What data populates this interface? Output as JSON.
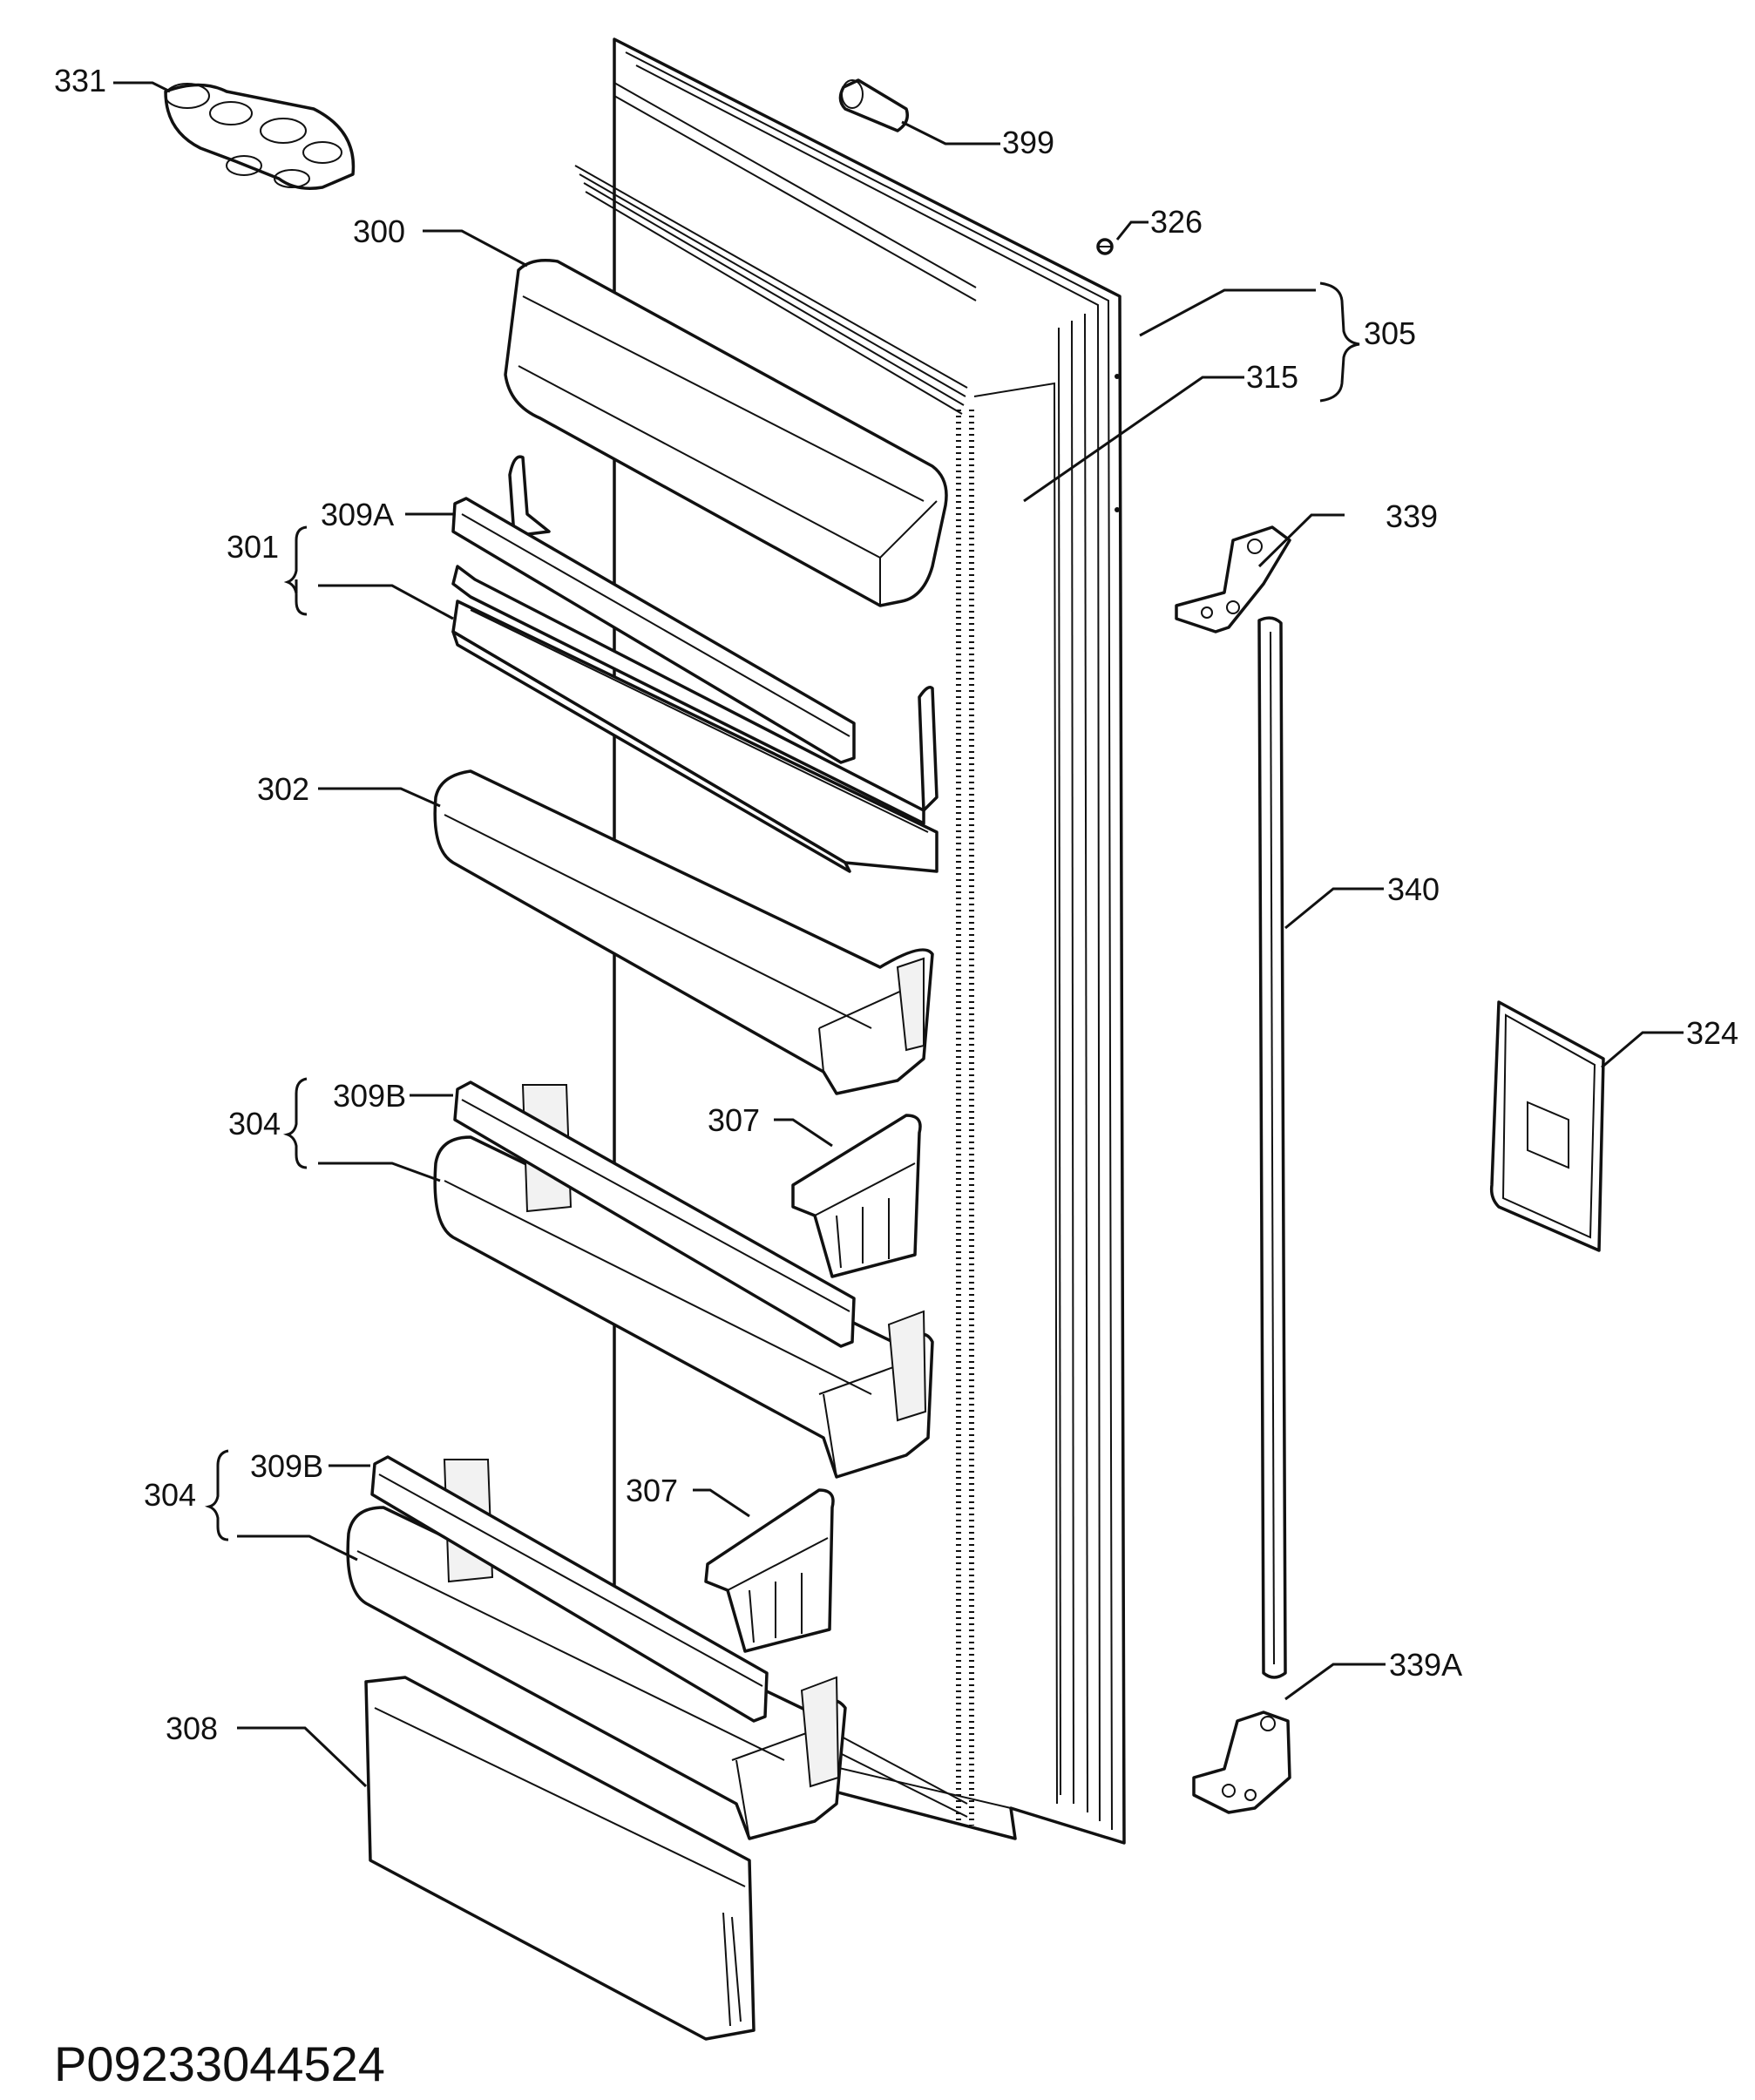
{
  "diagram": {
    "part_labels": [
      {
        "id": "331",
        "text": "331"
      },
      {
        "id": "399",
        "text": "399"
      },
      {
        "id": "326",
        "text": "326"
      },
      {
        "id": "300",
        "text": "300"
      },
      {
        "id": "305",
        "text": "305"
      },
      {
        "id": "315",
        "text": "315"
      },
      {
        "id": "301",
        "text": "301"
      },
      {
        "id": "309A",
        "text": "309A"
      },
      {
        "id": "339",
        "text": "339"
      },
      {
        "id": "302",
        "text": "302"
      },
      {
        "id": "340",
        "text": "340"
      },
      {
        "id": "324",
        "text": "324"
      },
      {
        "id": "304a",
        "text": "304"
      },
      {
        "id": "309Ba",
        "text": "309B"
      },
      {
        "id": "307a",
        "text": "307"
      },
      {
        "id": "304b",
        "text": "304"
      },
      {
        "id": "309Bb",
        "text": "309B"
      },
      {
        "id": "307b",
        "text": "307"
      },
      {
        "id": "339A",
        "text": "339A"
      },
      {
        "id": "308",
        "text": "308"
      }
    ],
    "drawing_code": "P09233044524"
  }
}
